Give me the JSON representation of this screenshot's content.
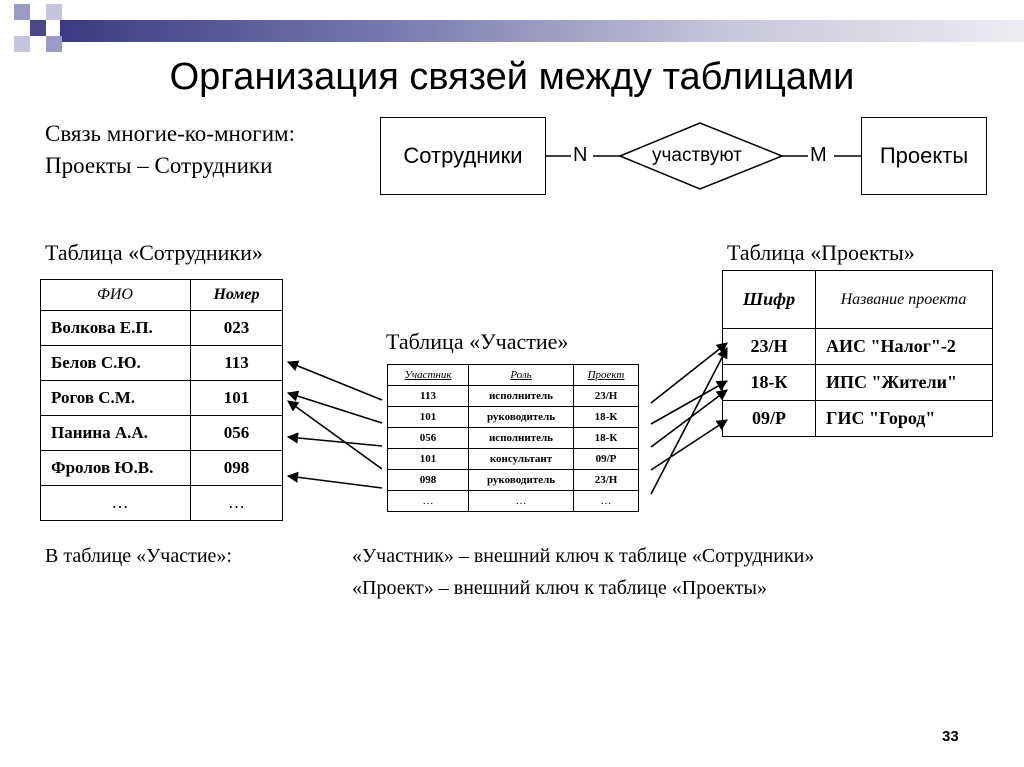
{
  "title": "Организация связей между таблицами",
  "relation_heading": {
    "line1": "Связь многие-ко-многим:",
    "line2": "Проекты – Сотрудники"
  },
  "er_diagram": {
    "left_entity": "Сотрудники",
    "relationship": "участвуют",
    "right_entity": "Проекты",
    "left_cardinality": "N",
    "right_cardinality": "M"
  },
  "employees": {
    "caption": "Таблица «Сотрудники»",
    "headers": [
      "ФИО",
      "Номер"
    ],
    "rows": [
      [
        "Волкова Е.П.",
        "023"
      ],
      [
        "Белов С.Ю.",
        "113"
      ],
      [
        "Рогов С.М.",
        "101"
      ],
      [
        "Панина А.А.",
        "056"
      ],
      [
        "Фролов Ю.В.",
        "098"
      ],
      [
        "…",
        "…"
      ]
    ]
  },
  "participation": {
    "caption": "Таблица «Участие»",
    "headers": [
      "Участник",
      "Роль",
      "Проект"
    ],
    "rows": [
      [
        "113",
        "исполнитель",
        "23/Н"
      ],
      [
        "101",
        "руководитель",
        "18-К"
      ],
      [
        "056",
        "исполнитель",
        "18-К"
      ],
      [
        "101",
        "консультант",
        "09/Р"
      ],
      [
        "098",
        "руководитель",
        "23/Н"
      ],
      [
        "…",
        "…",
        "…"
      ]
    ]
  },
  "projects": {
    "caption": "Таблица «Проекты»",
    "headers": [
      "Шифр",
      "Название проекта"
    ],
    "rows": [
      [
        "23/Н",
        "АИС \"Налог\"-2"
      ],
      [
        "18-К",
        "ИПС \"Жители\""
      ],
      [
        "09/Р",
        "ГИС \"Город\""
      ]
    ]
  },
  "notes": {
    "label": "В таблице «Участие»:",
    "line1": "«Участник» – внешний ключ к таблице «Сотрудники»",
    "line2": "«Проект» – внешний ключ к таблице «Проекты»"
  },
  "page_number": "33",
  "colors": {
    "header_bar_dark": "#3a3a82",
    "header_bar_light": "#ececf2",
    "square_dark": "#4a4a8a",
    "square_light": "#9a9ac6"
  }
}
